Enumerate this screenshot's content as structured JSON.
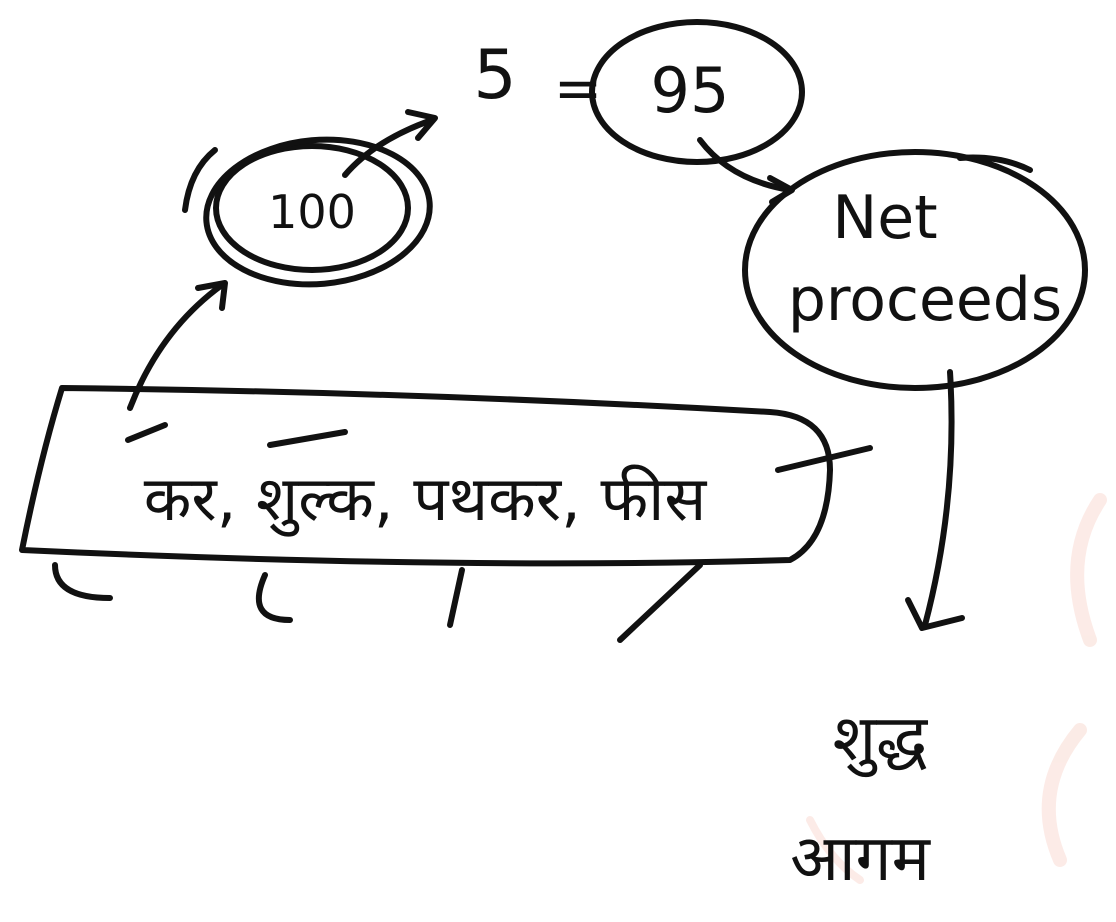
{
  "notes": {
    "gross_amount": "100",
    "deduction": "5",
    "equals_sign": "=",
    "net_amount": "95",
    "net_proceeds_label": "Net proceeds",
    "charges_list": "कर, शुल्क, पथकर, फीस",
    "result_label": "शुद्ध आगम"
  },
  "colors": {
    "ink": "#111111",
    "background": "#ffffff",
    "watermark": "#f6c7b9"
  }
}
